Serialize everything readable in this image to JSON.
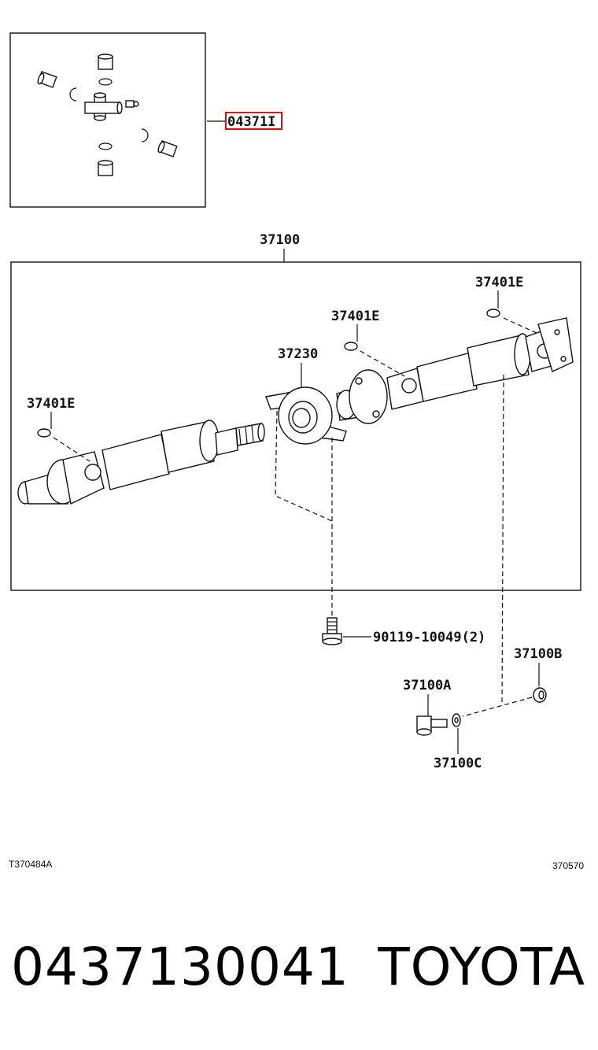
{
  "labels": {
    "kit": "04371I",
    "assembly": "37100",
    "clip_right": "37401E",
    "clip_middle": "37401E",
    "clip_left": "37401E",
    "center_bearing": "37230",
    "bolt": "90119-10049(2)",
    "nut": "37100B",
    "bolt_a": "37100A",
    "washer": "37100C"
  },
  "codes": {
    "left": "T370484A",
    "right": "370570"
  },
  "footer": {
    "part_number": "0437130041",
    "brand": "TOYOTA"
  },
  "colors": {
    "highlight": "#d01010",
    "line": "#111111"
  }
}
